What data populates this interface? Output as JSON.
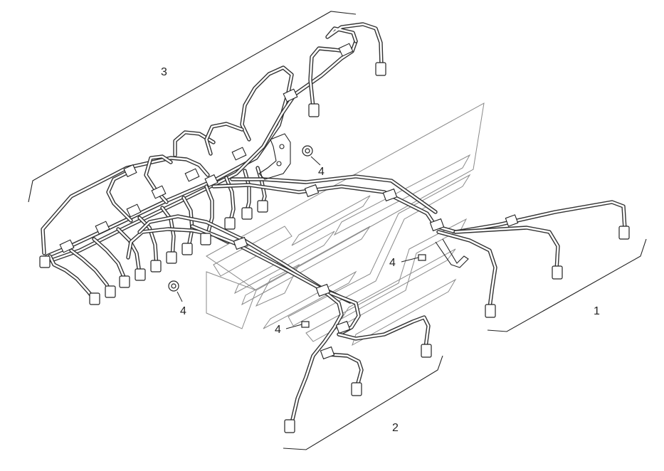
{
  "diagram": {
    "callouts": [
      {
        "id": "1",
        "text": "1"
      },
      {
        "id": "2",
        "text": "2"
      },
      {
        "id": "3",
        "text": "3"
      },
      {
        "id": "4a",
        "text": "4"
      },
      {
        "id": "4b",
        "text": "4"
      },
      {
        "id": "4c",
        "text": "4"
      },
      {
        "id": "4d",
        "text": "4"
      }
    ]
  }
}
